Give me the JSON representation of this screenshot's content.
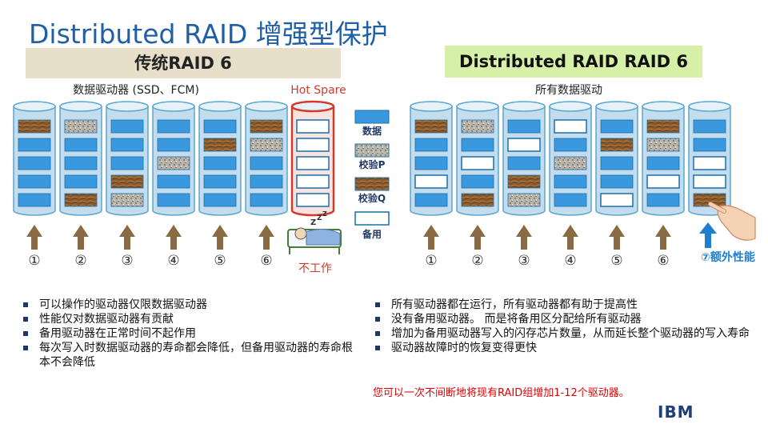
{
  "title": "Distributed RAID  增强型保护",
  "left_header": "传统RAID 6",
  "right_header": "Distributed RAID RAID 6",
  "left_sub": "数据驱动器 (SSD、FCM)",
  "hot_spare": "Hot Spare",
  "right_sub": "所有数据驱动",
  "legend": {
    "data": "数据",
    "parity_p": "校验P",
    "parity_q": "校验Q",
    "spare": "备用"
  },
  "zzz": "Z",
  "left_numbers": [
    "①",
    "②",
    "③",
    "④",
    "⑤",
    "⑥"
  ],
  "right_numbers": [
    "①",
    "②",
    "③",
    "④",
    "⑤",
    "⑥"
  ],
  "not_working": "不工作",
  "extra_label": "⑦额外性能",
  "left_bullets": [
    "可以操作的驱动器仅限数据驱动器",
    "性能仅对数据驱动器有贡献",
    "备用驱动器在正常时间不起作用",
    "每次写入时数据驱动器的寿命都会降低，但备用驱动器的寿命根本不会降低"
  ],
  "right_bullets": [
    "所有驱动器都在运行，所有驱动器都有助于提高性",
    "没有备用驱动器。 而是将备用区分配给所有驱动器",
    "增加为备用驱动器写入的闪存芯片数量，从而延长整个驱动器的写入寿命",
    "驱动器故障时的恢复变得更快"
  ],
  "red_note": "您可以一次不间断地将现有RAID组增加1-12个驱动器。",
  "logo": "IBM",
  "colors": {
    "title": "#1f5fa6",
    "drum_fill": "#c3dcee",
    "drum_edge": "#5aa7cc",
    "data": "#3a98de",
    "parity_p": "#a39e95",
    "parity_q": "#8a5a2c",
    "spare": "#ffffff",
    "hot_spare_edge": "#d23a2a",
    "arrow": "#8a6a43",
    "accent": "#1e7fd0",
    "red": "#e00000"
  },
  "legacy_drives": [
    [
      "Q",
      "D",
      "D",
      "D",
      "D"
    ],
    [
      "P",
      "D",
      "D",
      "D",
      "Q"
    ],
    [
      "D",
      "D",
      "D",
      "Q",
      "P"
    ],
    [
      "D",
      "D",
      "P",
      "D",
      "D"
    ],
    [
      "D",
      "Q",
      "D",
      "D",
      "D"
    ],
    [
      "Q",
      "P",
      "D",
      "D",
      "D"
    ],
    [
      "S",
      "S",
      "S",
      "S",
      "S"
    ]
  ],
  "distributed_drives": [
    [
      "Q",
      "D",
      "D",
      "S",
      "D"
    ],
    [
      "P",
      "D",
      "S",
      "D",
      "Q"
    ],
    [
      "D",
      "S",
      "D",
      "Q",
      "P"
    ],
    [
      "S",
      "D",
      "P",
      "D",
      "D"
    ],
    [
      "D",
      "Q",
      "D",
      "D",
      "S"
    ],
    [
      "Q",
      "P",
      "D",
      "S",
      "D"
    ],
    [
      "D",
      "D",
      "S",
      "S",
      "Q"
    ]
  ]
}
